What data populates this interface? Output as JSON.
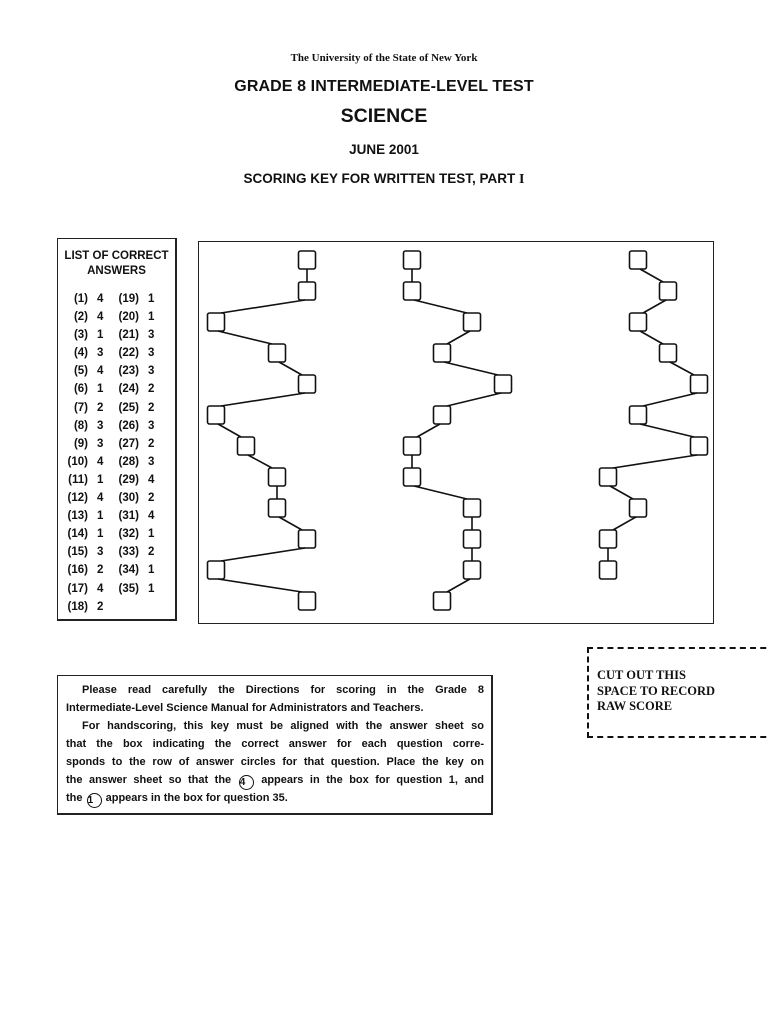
{
  "header": {
    "institution": "The University of the State of New York",
    "test_name": "GRADE 8 INTERMEDIATE-LEVEL TEST",
    "subject": "SCIENCE",
    "date": "JUNE 2001",
    "subtitle": "SCORING KEY FOR WRITTEN TEST, PART",
    "part_numeral": "I"
  },
  "answer_list": {
    "title_line1": "LIST OF CORRECT",
    "title_line2": "ANSWERS",
    "left": [
      {
        "q": "(1)",
        "a": "4"
      },
      {
        "q": "(2)",
        "a": "4"
      },
      {
        "q": "(3)",
        "a": "1"
      },
      {
        "q": "(4)",
        "a": "3"
      },
      {
        "q": "(5)",
        "a": "4"
      },
      {
        "q": "(6)",
        "a": "1"
      },
      {
        "q": "(7)",
        "a": "2"
      },
      {
        "q": "(8)",
        "a": "3"
      },
      {
        "q": "(9)",
        "a": "3"
      },
      {
        "q": "(10)",
        "a": "4"
      },
      {
        "q": "(11)",
        "a": "1"
      },
      {
        "q": "(12)",
        "a": "4"
      },
      {
        "q": "(13)",
        "a": "1"
      },
      {
        "q": "(14)",
        "a": "1"
      },
      {
        "q": "(15)",
        "a": "3"
      },
      {
        "q": "(16)",
        "a": "2"
      },
      {
        "q": "(17)",
        "a": "4"
      },
      {
        "q": "(18)",
        "a": "2"
      }
    ],
    "right": [
      {
        "q": "(19)",
        "a": "1"
      },
      {
        "q": "(20)",
        "a": "1"
      },
      {
        "q": "(21)",
        "a": "3"
      },
      {
        "q": "(22)",
        "a": "3"
      },
      {
        "q": "(23)",
        "a": "3"
      },
      {
        "q": "(24)",
        "a": "2"
      },
      {
        "q": "(25)",
        "a": "2"
      },
      {
        "q": "(26)",
        "a": "3"
      },
      {
        "q": "(27)",
        "a": "2"
      },
      {
        "q": "(28)",
        "a": "3"
      },
      {
        "q": "(29)",
        "a": "4"
      },
      {
        "q": "(30)",
        "a": "2"
      },
      {
        "q": "(31)",
        "a": "4"
      },
      {
        "q": "(32)",
        "a": "1"
      },
      {
        "q": "(33)",
        "a": "2"
      },
      {
        "q": "(34)",
        "a": "1"
      },
      {
        "q": "(35)",
        "a": "1"
      }
    ]
  },
  "scoring_key_diagram": {
    "columns": [
      [
        4,
        4,
        1,
        3,
        4,
        1,
        2,
        3,
        3,
        4,
        1,
        4
      ],
      [
        1,
        1,
        3,
        2,
        4,
        2,
        1,
        1,
        3,
        3,
        3,
        2
      ],
      [
        2,
        3,
        2,
        3,
        4,
        2,
        4,
        1,
        2,
        1,
        1
      ]
    ]
  },
  "directions": {
    "line1": "Please read carefully the Directions for scoring in the Grade 8",
    "line2": "Intermediate-Level Science Manual for Administrators and Teachers.",
    "line3": "For handscoring, this key must be aligned with the answer sheet so",
    "line4": "that the box indicating the correct answer for each question corre-",
    "line5": "sponds to the row of answer circles for that question. Place the key on",
    "line6_pre": "the answer sheet so that the",
    "line6_circle": "4",
    "line6_post": "appears in the box for question 1, and",
    "line7_pre": "the",
    "line7_circle": "1",
    "line7_post": "appears in the box for question 35."
  },
  "cutout": {
    "line1": "CUT OUT THIS",
    "line2": "SPACE TO RECORD",
    "line3": "RAW SCORE"
  }
}
